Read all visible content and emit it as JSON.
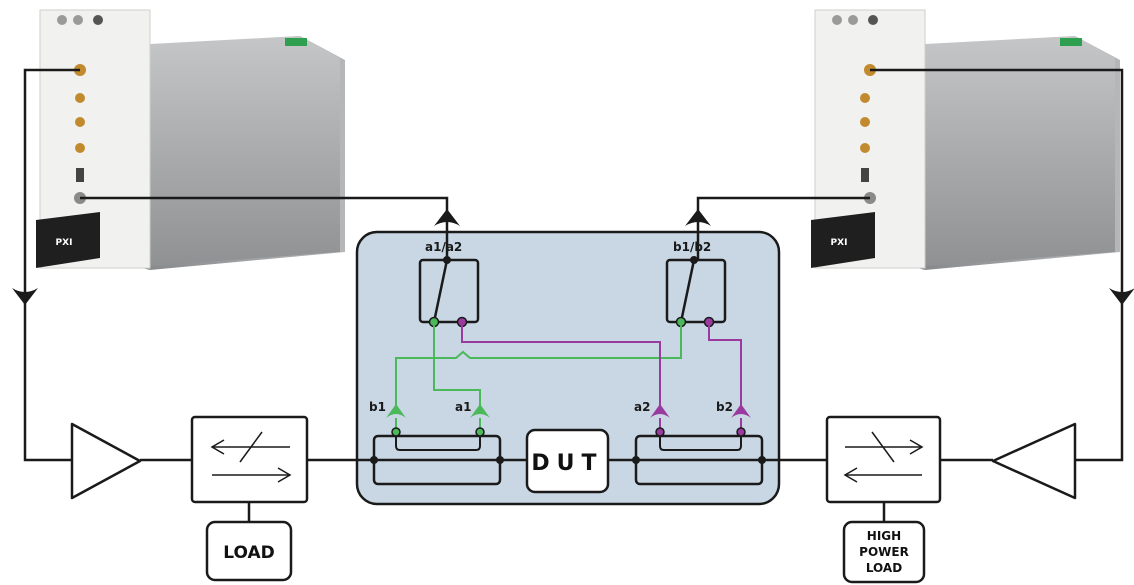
{
  "instrument_left": {
    "brand_text": "PXI"
  },
  "instrument_right": {
    "brand_text": "PXI"
  },
  "labels": {
    "switch_left": "a1/a2",
    "switch_right": "b1/b2",
    "port_b1": "b1",
    "port_a1": "a1",
    "port_a2": "a2",
    "port_b2": "b2",
    "dut": "DUT",
    "load": "LOAD",
    "hp_load_line1": "HIGH",
    "hp_load_line2": "POWER",
    "hp_load_line3": "LOAD"
  },
  "colors": {
    "line": "#1a1a1a",
    "enclosure_fill": "#c9d7e5",
    "green_path": "#4bb85a",
    "purple_path": "#9a3a9e",
    "instrument_metal": "#a3a5a8",
    "instrument_panel": "#f1f1ef"
  }
}
